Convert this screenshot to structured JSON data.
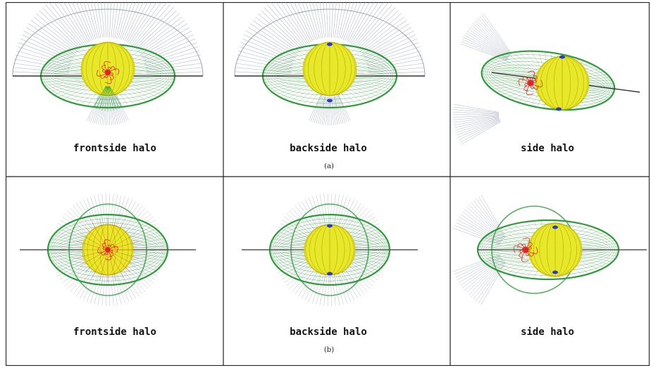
{
  "panels": [
    {
      "caption": "frontside halo",
      "row": "a",
      "view": "frontside"
    },
    {
      "caption": "backside halo",
      "row": "a",
      "view": "backside"
    },
    {
      "caption": "side halo",
      "row": "a",
      "view": "side"
    },
    {
      "caption": "frontside halo",
      "row": "b",
      "view": "frontside"
    },
    {
      "caption": "backside halo",
      "row": "b",
      "view": "backside"
    },
    {
      "caption": "side halo",
      "row": "b",
      "view": "side"
    }
  ],
  "row_labels": {
    "a": "(a)",
    "b": "(b)"
  },
  "colors": {
    "outer_field": "#9aa3b5",
    "green_field": "#2e9a3a",
    "sphere": "#e8e82a",
    "open_field": "#e02020",
    "border": "#222222",
    "marker": "#2a3ad0"
  }
}
